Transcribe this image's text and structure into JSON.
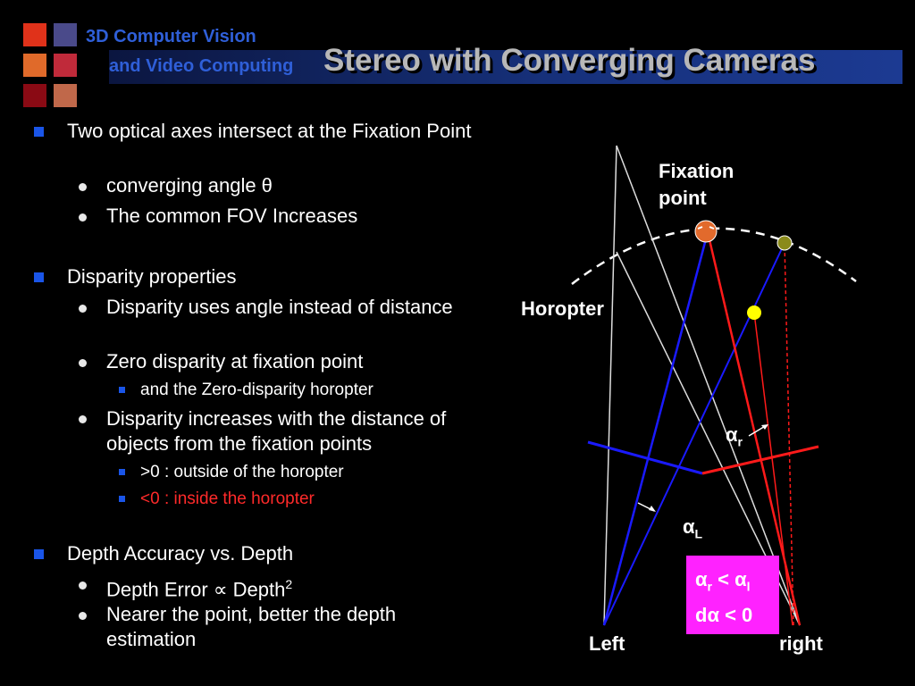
{
  "header": {
    "brand_line1": "3D Computer Vision",
    "brand_line2": "and Video Computing",
    "title": "Stereo with Converging Cameras",
    "colors": {
      "title_text": "#b8b8b8",
      "brand": "#2f5fd8",
      "title_bar": "#16307a"
    }
  },
  "bullets": [
    {
      "level": 1,
      "text": "Two optical axes intersect at the Fixation Point"
    },
    {
      "level": 2,
      "text": "converging angle θ"
    },
    {
      "level": 2,
      "text": "The common FOV Increases"
    },
    {
      "level": 1,
      "text": "Disparity properties"
    },
    {
      "level": 2,
      "text": "Disparity uses angle instead of distance"
    },
    {
      "level": 2,
      "text": "Zero disparity at fixation point"
    },
    {
      "level": 3,
      "text": "and the Zero-disparity horopter"
    },
    {
      "level": 2,
      "text": "Disparity increases with the distance of objects from the fixation points"
    },
    {
      "level": 3,
      "text": ">0  : outside of the horopter"
    },
    {
      "level": 3,
      "text": "<0  : inside the horopter",
      "color": "#ff2a2a"
    },
    {
      "level": 1,
      "text": "Depth Accuracy vs. Depth"
    },
    {
      "level": 2,
      "text": "Depth Error ∝ Depth",
      "superscript": "2"
    },
    {
      "level": 2,
      "text": "Nearer the point, better the depth estimation"
    }
  ],
  "diagram": {
    "fixation_label_1": "Fixation",
    "fixation_label_2": "point",
    "horopter_label": "Horopter",
    "left_label": "Left",
    "right_label": "right",
    "alpha_r": "α",
    "alpha_r_sub": "r",
    "alpha_l": "α",
    "alpha_l_sub": "L",
    "box_line1_a": "α",
    "box_line1_a_sub": "r",
    "box_line1_op": " < ",
    "box_line1_b": "α",
    "box_line1_b_sub": "l",
    "box_line2": "dα < 0",
    "colors": {
      "left_camera": "#1a1aff",
      "right_camera": "#ff1a1a",
      "fixation_point": "#e26a2c",
      "yellow_point": "#ffff00",
      "olive_point": "#8a8a1a",
      "highlight_box": "#ff22ff"
    }
  }
}
